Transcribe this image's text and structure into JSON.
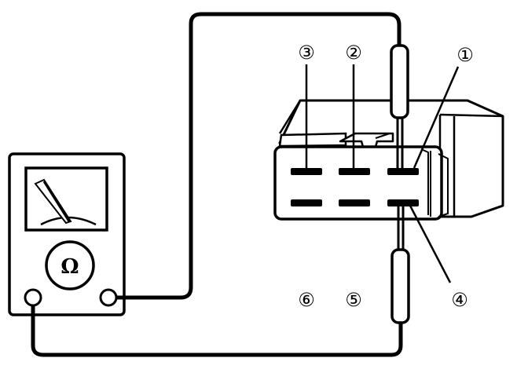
{
  "meter": {
    "symbol": "Ω"
  },
  "terminals": [
    {
      "id": 1,
      "label": "①"
    },
    {
      "id": 2,
      "label": "②"
    },
    {
      "id": 3,
      "label": "③"
    },
    {
      "id": 4,
      "label": "④"
    },
    {
      "id": 5,
      "label": "⑤"
    },
    {
      "id": 6,
      "label": "⑥"
    }
  ],
  "probes": [
    {
      "terminal": 1
    },
    {
      "terminal": 4
    }
  ],
  "colors": {
    "ink": "#000000",
    "background": "#ffffff"
  }
}
